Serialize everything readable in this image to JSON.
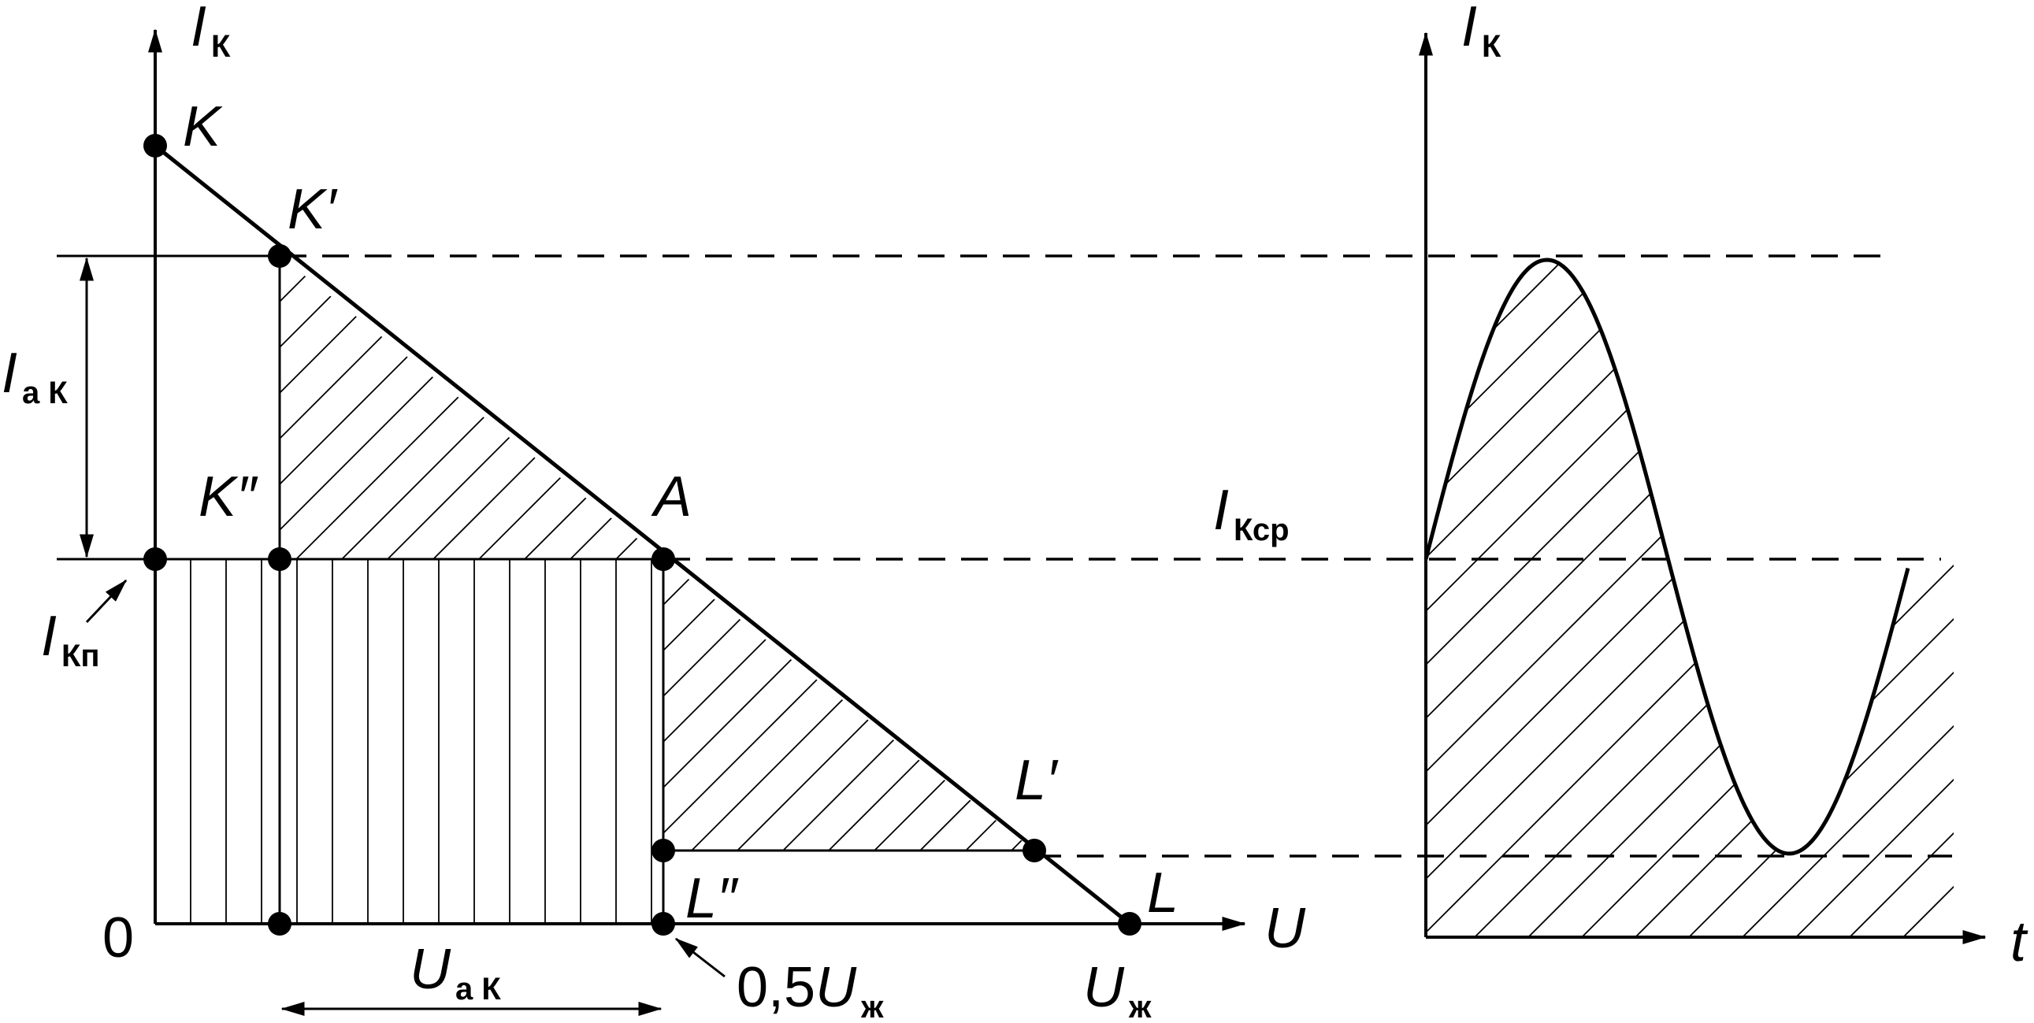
{
  "left_axes": {
    "y_label": "I",
    "y_label_sub": "К",
    "x_label": "U",
    "origin_label": "0"
  },
  "right_axes": {
    "y_label": "I",
    "y_label_sub": "К",
    "x_label": "t"
  },
  "points": {
    "K": "K",
    "K_prime": "K′",
    "K_dprime": "K″",
    "A": "A",
    "L_prime": "L′",
    "L_dprime": "L″",
    "L": "L"
  },
  "labels": {
    "i_ak": "I",
    "i_ak_sub": "а К",
    "i_kp": "I",
    "i_kp_sub": "Кп",
    "i_kcp": "I",
    "i_kcp_sub": "Кср",
    "u_ak": "U",
    "u_ak_sub": "а К",
    "half_uzh_prefix": "0,5",
    "half_uzh": "U",
    "half_uzh_sub": "ж",
    "u_zh": "U",
    "u_zh_sub": "ж"
  }
}
